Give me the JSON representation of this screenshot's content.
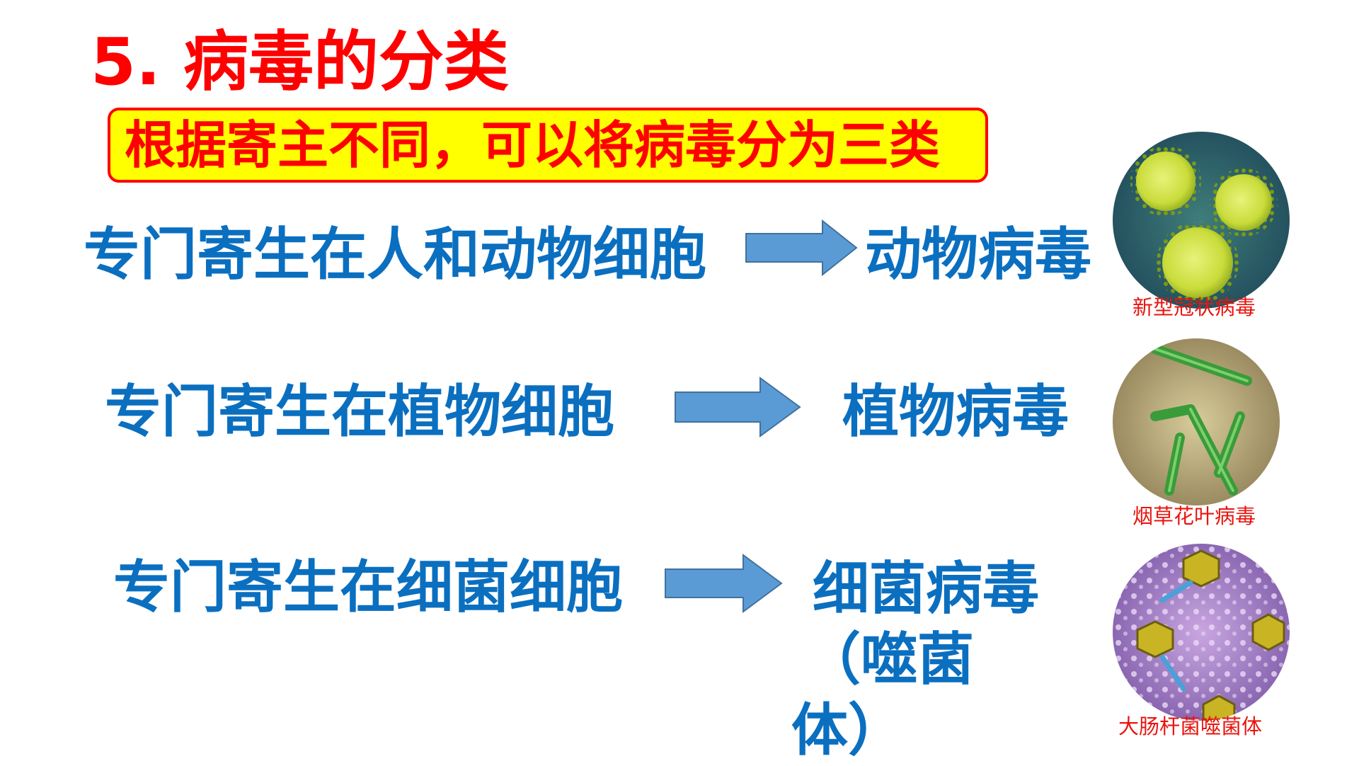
{
  "title": "5. 病毒的分类",
  "subtitle": "根据寄主不同，可以将病毒分为三类",
  "rows": [
    {
      "host": "专门寄生在人和动物细胞",
      "virus_type": "动物病毒",
      "example_caption": "新型冠状病毒",
      "image_icon": "coronavirus-micrograph"
    },
    {
      "host": "专门寄生在植物细胞",
      "virus_type": "植物病毒",
      "example_caption": "烟草花叶病毒",
      "image_icon": "tobacco-mosaic-virus-micrograph"
    },
    {
      "host": "专门寄生在细菌细胞",
      "virus_type_lines": [
        "细菌病毒",
        "（噬菌",
        "体）"
      ],
      "example_caption": "大肠杆菌噬菌体",
      "image_icon": "bacteriophage-micrograph"
    }
  ],
  "colors": {
    "title": "#ff0000",
    "subtitle_bg": "#ffff00",
    "subtitle_border": "#ff0000",
    "body_text": "#0b6fc0",
    "arrow": "#5b9bd5",
    "arrow_outline": "#41719c",
    "caption": "#e8150f"
  }
}
